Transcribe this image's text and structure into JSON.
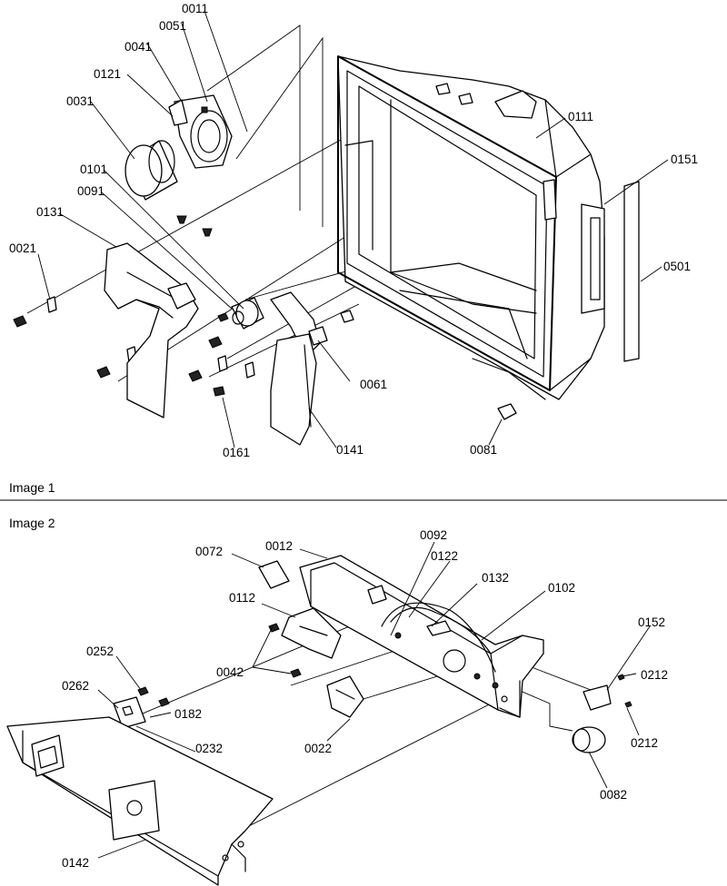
{
  "image1": {
    "caption": "Image 1",
    "callouts": [
      "0011",
      "0051",
      "0041",
      "0121",
      "0031",
      "0101",
      "0091",
      "0131",
      "0021",
      "0111",
      "0151",
      "0501",
      "0061",
      "0161",
      "0141",
      "0081"
    ]
  },
  "image2": {
    "caption": "Image 2",
    "callouts": [
      "0072",
      "0012",
      "0092",
      "0122",
      "0132",
      "0102",
      "0112",
      "0252",
      "0262",
      "0182",
      "0042",
      "0022",
      "0232",
      "0152",
      "0212",
      "0212",
      "0082",
      "0142"
    ]
  }
}
